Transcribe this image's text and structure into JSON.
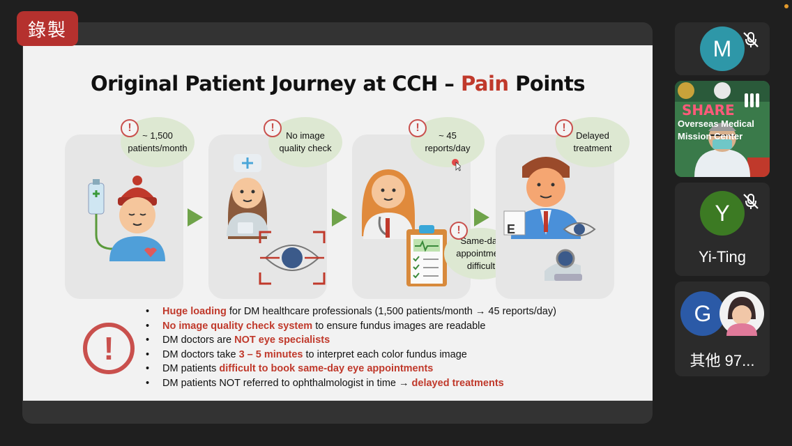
{
  "meeting": {
    "recording_label": "錄製"
  },
  "slide": {
    "title_part1": "Original Patient Journey at CCH – ",
    "title_highlight": "Pain",
    "title_part2": " Points",
    "steps": [
      {
        "bubble_line1": "~ 1,500",
        "bubble_line2": "patients/month"
      },
      {
        "bubble_line1": "No image",
        "bubble_line2": "quality check"
      },
      {
        "bubble_line1": "~ 45",
        "bubble_line2": "reports/day"
      },
      {
        "bubble_line1": "Delayed",
        "bubble_line2": "treatment"
      }
    ],
    "extra_bubble": {
      "line1": "Same-day",
      "line2": "appointment",
      "line3": "difficult"
    },
    "warn_symbol": "!",
    "eye_chart_letter": "E",
    "bullets": [
      {
        "pre": "",
        "hl": "Huge loading",
        "post": " for DM healthcare professionals (1,500 patients/month → 45 reports/day)"
      },
      {
        "pre": "",
        "hl": "No image quality check system",
        "post": " to ensure fundus images are readable"
      },
      {
        "pre": "DM doctors are ",
        "hl": "NOT eye specialists",
        "post": ""
      },
      {
        "pre": "DM doctors take ",
        "hl": "3 – 5 minutes",
        "post": " to interpret each color fundus image"
      },
      {
        "pre": "DM patients ",
        "hl": "difficult to book same-day eye appointments",
        "post": ""
      },
      {
        "pre": "DM patients NOT referred to ophthalmologist in time → ",
        "hl": "delayed treatments",
        "post": ""
      }
    ]
  },
  "participants": [
    {
      "initial": "M",
      "name": "",
      "color": "#2e97a8",
      "muted": true
    },
    {
      "initial": "",
      "name": "",
      "video": true,
      "banner_text": "SHARE",
      "banner_line2": "Overseas Medical",
      "banner_line3": "Mission Center"
    },
    {
      "initial": "Y",
      "name": "Yi-Ting",
      "color": "#3c7a23",
      "muted": true
    },
    {
      "initial": "G",
      "name": "其他 97...",
      "color": "#2b5aa7"
    }
  ]
}
